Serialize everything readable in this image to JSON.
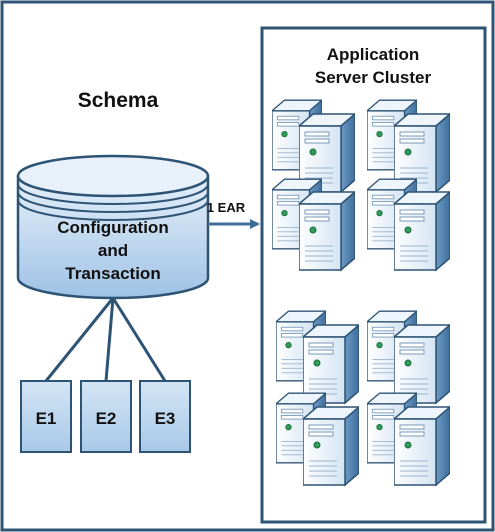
{
  "colors": {
    "outline": "#2e5475",
    "fill_light": "#e8f1fa",
    "fill_mid": "#bcd6ee",
    "server_dark": "#5f8fbd",
    "arrow": "#3f6e98",
    "text": "#111111"
  },
  "schema": {
    "title": "Schema",
    "database": {
      "icon": "database-cylinder-icon",
      "label_lines": [
        "Configuration",
        "and",
        "Transaction"
      ]
    },
    "connector_label": "1 EAR",
    "entities": [
      "E1",
      "E2",
      "E3"
    ]
  },
  "cluster": {
    "title_lines": [
      "Application",
      "Server Cluster"
    ],
    "icon": "server-tower-icon",
    "groups": 2
  }
}
